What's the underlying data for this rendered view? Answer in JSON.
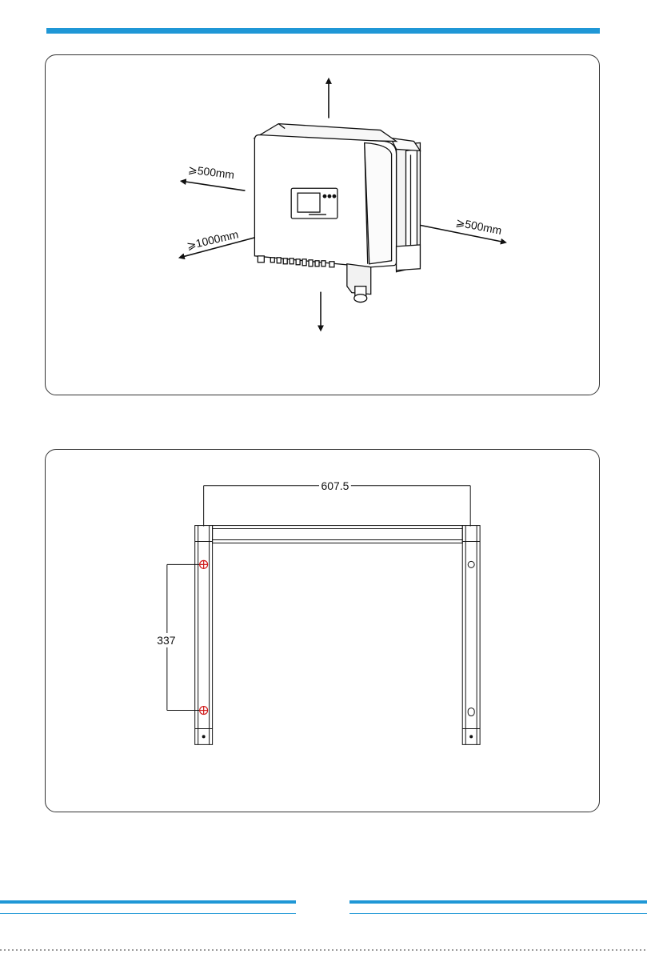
{
  "theme": {
    "accent": "#1f97d6"
  },
  "clearance": {
    "left": "⩾500mm",
    "front": "⩾1000mm",
    "right": "⩾500mm"
  },
  "bracket": {
    "width": "607.5",
    "hole_spacing": "337"
  }
}
